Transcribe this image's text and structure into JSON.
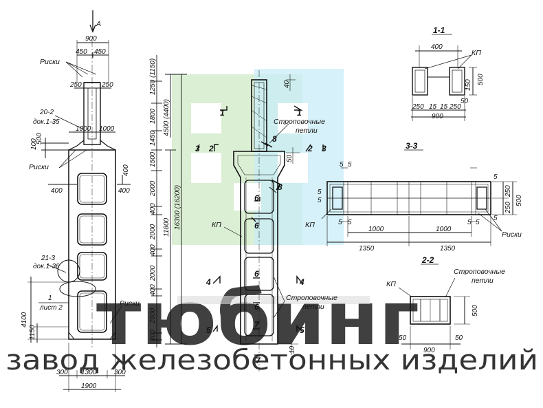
{
  "colors": {
    "ink": "#111111",
    "watermark_green": "#cfe9c6",
    "watermark_cyan": "#c8ecf7",
    "watermark_text": "#c9c9c9",
    "watermark_band": "#dcdcdc"
  },
  "watermark": {
    "logo": "тюбинг",
    "tagline": "завод железобетонных изделий"
  },
  "arrow_a": "А",
  "left_view": {
    "top_width": "900",
    "top_half_left": "450",
    "top_half_right": "450",
    "risk_label_top": "Риски",
    "risk_label_mid": "Риски",
    "risk_label_bottom": "Риски",
    "dim_250_left": "250",
    "dim_250_right": "250",
    "ref_20_2": "20-2",
    "ref_doc_1_35": "док.1-35",
    "dim_1000_left": "1000",
    "dim_1000_right": "1000",
    "dim_100": "100",
    "dim_500": "500",
    "dim_400_left": "400",
    "dim_400_right": "400",
    "dim_400_side": "400",
    "ref_21_3": "21-3",
    "ref_doc_1_36": "док.1-36",
    "ref_1": "1",
    "ref_list_2": "лист 2",
    "dim_4100": "4100",
    "dim_1150": "1150",
    "dim_300_left": "300",
    "dim_1300": "1300",
    "dim_300_right": "300",
    "dim_1900": "1900"
  },
  "vertical_chain": {
    "dims": [
      "1250 (1150)",
      "1800",
      "1450",
      "1500",
      "2000",
      "400",
      "2000",
      "400",
      "2000",
      "400",
      "2800",
      "300"
    ],
    "dim_4500": "4500 (4400)",
    "dim_11800": "11800",
    "dim_16300": "16300 (16200)"
  },
  "center_view": {
    "dim_40": "40",
    "dim_50": "50",
    "dim_10": "10",
    "sec_1_left": "1",
    "sec_1_right": "1",
    "sec_2_left": "2",
    "sec_2_right": "2",
    "sec_3_left": "3",
    "sec_3_right": "3",
    "sec_4_left": "4",
    "sec_4_right": "4",
    "sec_5_left": "5",
    "sec_5_right": "5",
    "sec_6_a": "6",
    "sec_6_b": "6",
    "sec_6_c": "6",
    "sec_6_d": "6",
    "sec_7_a": "7",
    "sec_7_b": "7",
    "sec_7_c": "7",
    "sec_8_a": "8",
    "sec_8_b": "8",
    "lifting_loops_top_1": "Строповочные",
    "lifting_loops_top_2": "петли",
    "lifting_loops_bottom_1": "Строповочные",
    "lifting_loops_bottom_2": "петли",
    "kp": "КП"
  },
  "section_1_1": {
    "title": "1-1",
    "kp": "КП",
    "dim_400": "400",
    "dim_250_left": "250",
    "dim_15_left": "15",
    "dim_15_right": "15",
    "dim_250_right": "250",
    "dim_900": "900",
    "dim_150": "150",
    "dim_500": "500",
    "dim_50": "50"
  },
  "section_3_3": {
    "title": "3-3",
    "kp": "КП",
    "risk": "Риски",
    "dim_5": "5",
    "dim_1000_left": "1000",
    "dim_1000_right": "1000",
    "dim_1350_left": "1350",
    "dim_1350_right": "1350",
    "dim_250_top": "250",
    "dim_250_bottom": "250",
    "dim_500": "500"
  },
  "section_2_2": {
    "title": "2-2",
    "kp": "КП",
    "loops_1": "Строповочные",
    "loops_2": "петли",
    "dim_500": "500",
    "dim_50_left": "50",
    "dim_50_right": "50",
    "dim_900": "900"
  }
}
